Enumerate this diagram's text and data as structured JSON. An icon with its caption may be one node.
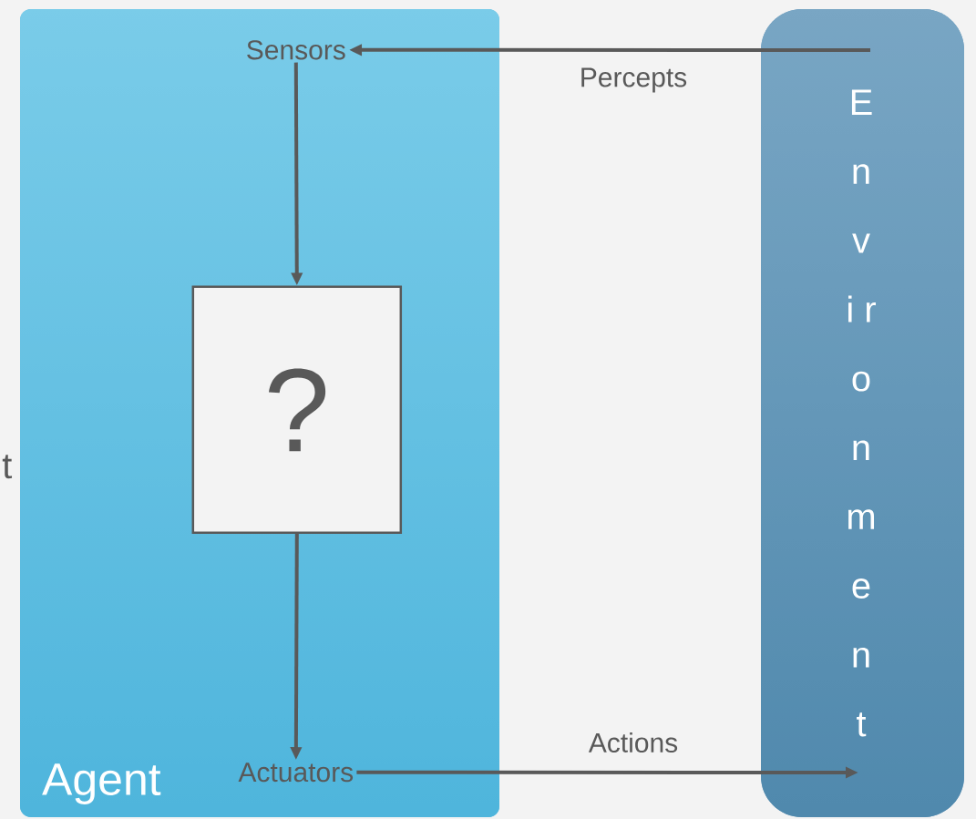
{
  "diagram": {
    "nodes": [
      {
        "text": [
          "Agent"
        ]
      },
      {
        "text": [
          "Sensors"
        ],
        "in": 0
      },
      {
        "text": [
          "?"
        ],
        "in": 0
      },
      {
        "text": [
          "Actuators"
        ],
        "in": 0
      },
      {
        "text": [
          "E n v i r o n m e n t"
        ]
      }
    ],
    "edges": [
      {
        "from": 4,
        "to": 1,
        "arrow": "to",
        "label": "Percepts"
      },
      {
        "from": 1,
        "to": 2,
        "arrow": "to"
      },
      {
        "from": 2,
        "to": 3,
        "arrow": "to"
      },
      {
        "from": 3,
        "to": 4,
        "arrow": "to",
        "label": "Actions"
      }
    ],
    "labels": [
      "t"
    ]
  }
}
